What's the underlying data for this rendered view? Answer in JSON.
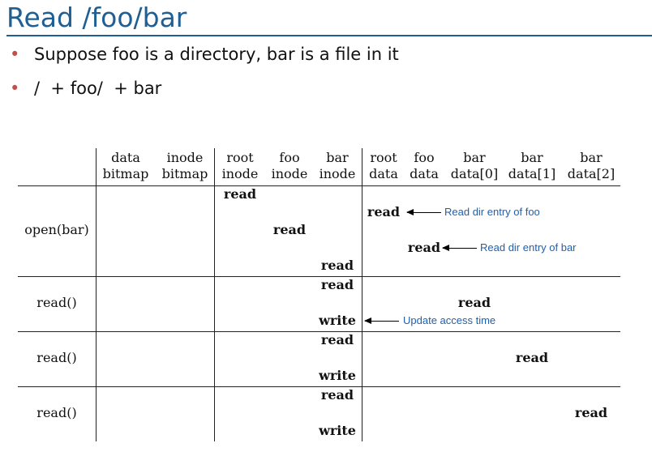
{
  "title": "Read /foo/bar",
  "bullets": [
    "Suppose foo is a directory, bar is a file in it",
    "/  + foo/  + bar"
  ],
  "table": {
    "columns": [
      [
        "data",
        "bitmap"
      ],
      [
        "inode",
        "bitmap"
      ],
      [
        "root",
        "inode"
      ],
      [
        "foo",
        "inode"
      ],
      [
        "bar",
        "inode"
      ],
      [
        "root",
        "data"
      ],
      [
        "foo",
        "data"
      ],
      [
        "bar",
        "data[0]"
      ],
      [
        "bar",
        "data[1]"
      ],
      [
        "bar",
        "data[2]"
      ]
    ],
    "rows": [
      {
        "label": "open(bar)",
        "ops": [
          {
            "column": "root inode",
            "text": "read"
          },
          {
            "column": "root data",
            "text": "read"
          },
          {
            "column": "foo inode",
            "text": "read"
          },
          {
            "column": "foo data",
            "text": "read"
          },
          {
            "column": "bar inode",
            "text": "read"
          }
        ]
      },
      {
        "label": "read()",
        "ops": [
          {
            "column": "bar inode",
            "text": "read"
          },
          {
            "column": "bar data[0]",
            "text": "read"
          },
          {
            "column": "bar inode",
            "text": "write"
          }
        ]
      },
      {
        "label": "read()",
        "ops": [
          {
            "column": "bar inode",
            "text": "read"
          },
          {
            "column": "bar data[1]",
            "text": "read"
          },
          {
            "column": "bar inode",
            "text": "write"
          }
        ]
      },
      {
        "label": "read()",
        "ops": [
          {
            "column": "bar inode",
            "text": "read"
          },
          {
            "column": "bar data[2]",
            "text": "read"
          },
          {
            "column": "bar inode",
            "text": "write"
          }
        ]
      }
    ]
  },
  "annotations": [
    "Read dir entry of foo",
    "Read dir entry of bar",
    "Update access time"
  ]
}
